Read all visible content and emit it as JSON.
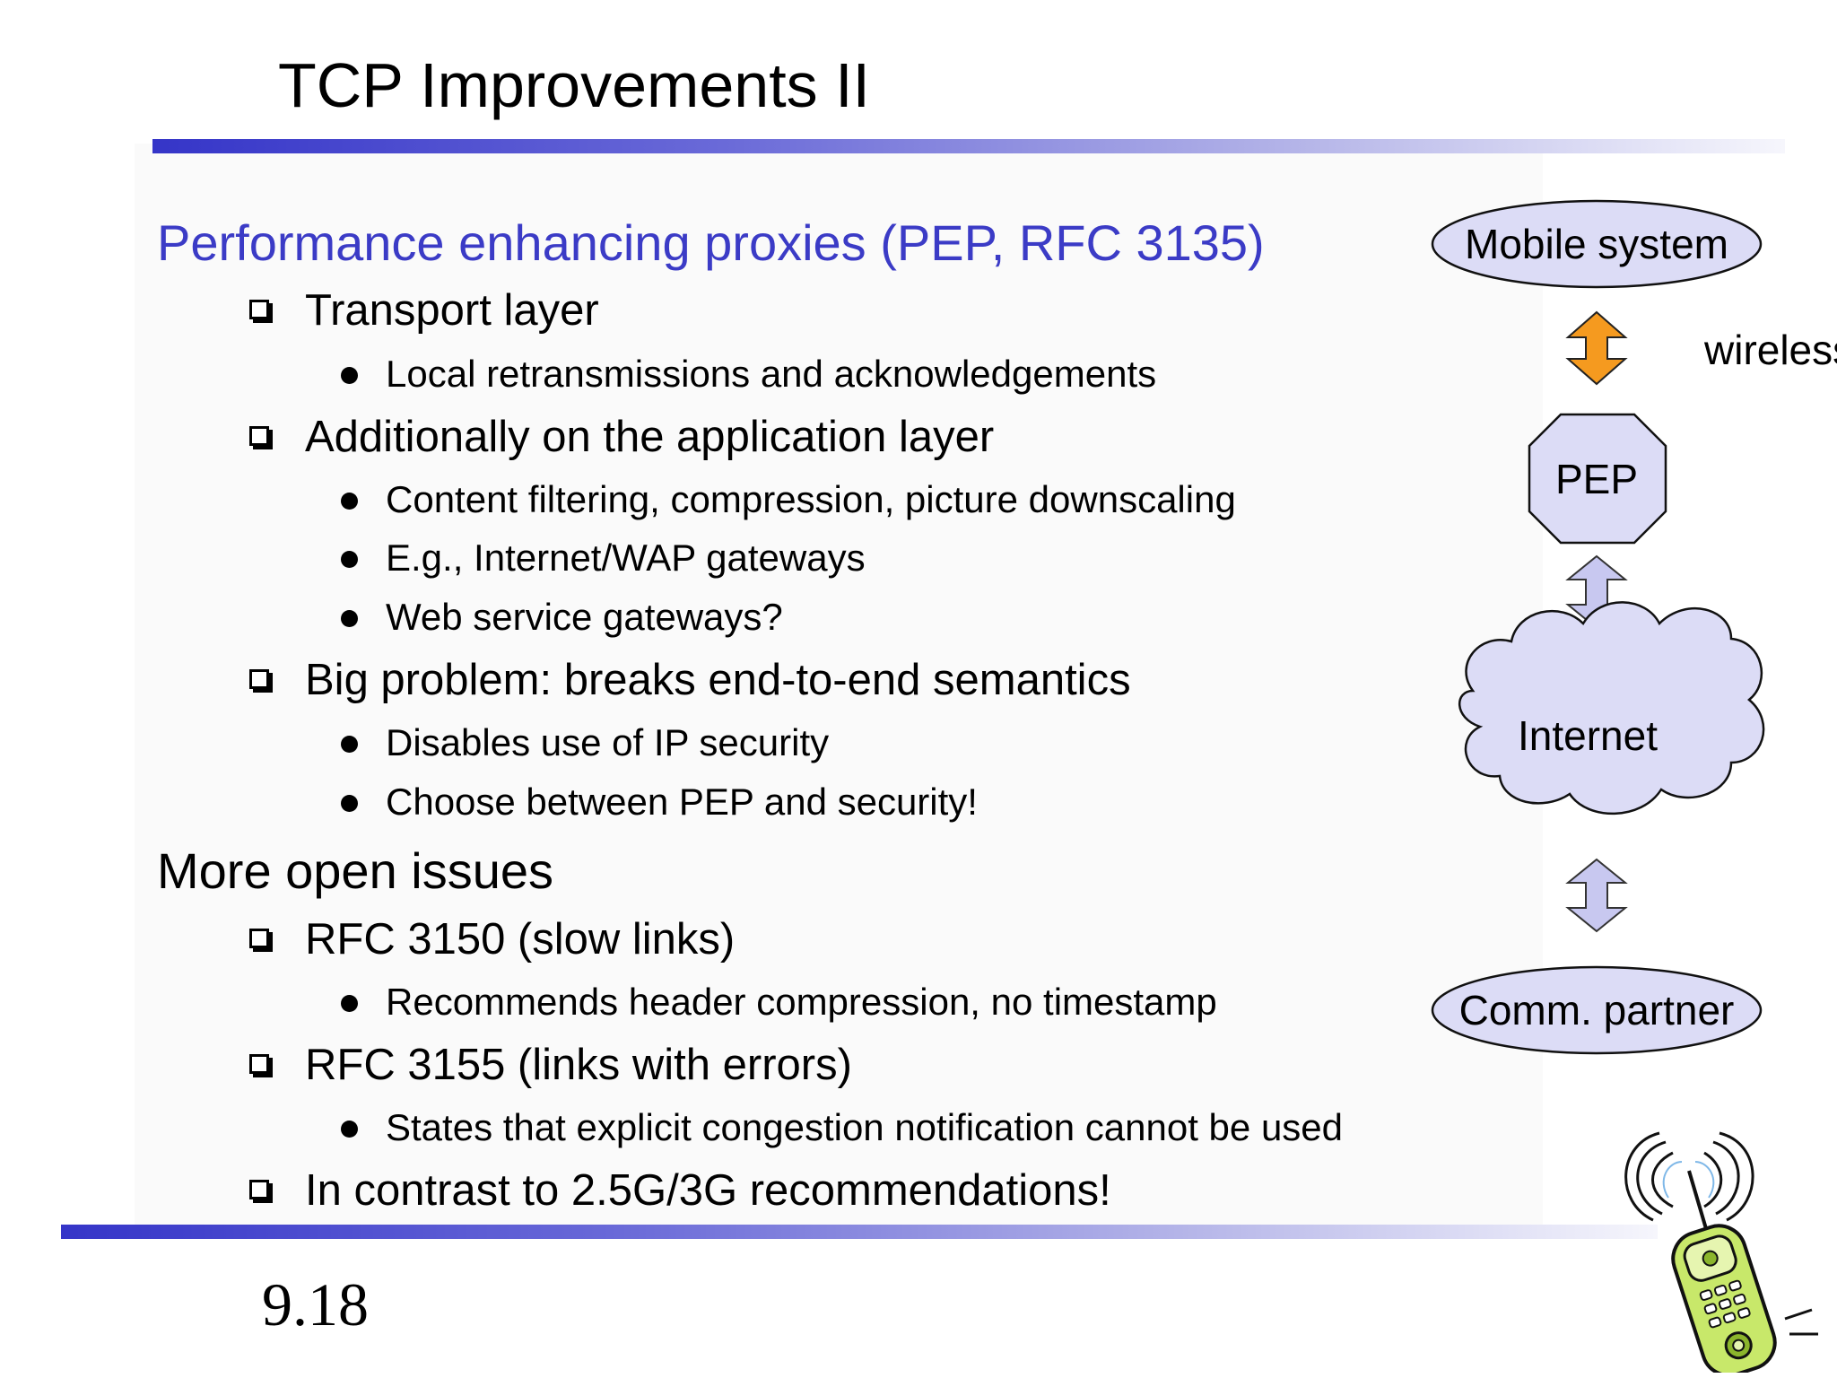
{
  "slide": {
    "title": "TCP Improvements II",
    "page_number": "9.18"
  },
  "sections": [
    {
      "heading": "Performance enhancing proxies (PEP, RFC 3135)",
      "items": [
        {
          "text": "Transport layer",
          "subitems": [
            "Local retransmissions and acknowledgements"
          ]
        },
        {
          "text": "Additionally on the application layer",
          "subitems": [
            "Content filtering, compression, picture downscaling",
            "E.g., Internet/WAP gateways",
            "Web service gateways?"
          ]
        },
        {
          "text": "Big problem: breaks end-to-end semantics",
          "subitems": [
            "Disables use of IP security",
            "Choose between PEP and security!"
          ]
        }
      ]
    },
    {
      "heading": "More open issues",
      "items": [
        {
          "text": "RFC 3150 (slow links)",
          "subitems": [
            "Recommends header compression, no timestamp"
          ]
        },
        {
          "text": "RFC 3155 (links with errors)",
          "subitems": [
            "States that explicit congestion notification cannot be used"
          ]
        },
        {
          "text": "In contrast to 2.5G/3G recommendations!",
          "subitems": []
        }
      ]
    }
  ],
  "diagram": {
    "nodes": {
      "mobile": "Mobile system",
      "pep": "PEP",
      "internet": "Internet",
      "partner": "Comm. partner"
    },
    "wireless_label": "wireless"
  },
  "colors": {
    "heading_blue": "#3b3bc6",
    "node_fill": "#dcdcf6",
    "wireless_arrow": "#f59a1f",
    "link_arrow": "#c8c8f0"
  }
}
